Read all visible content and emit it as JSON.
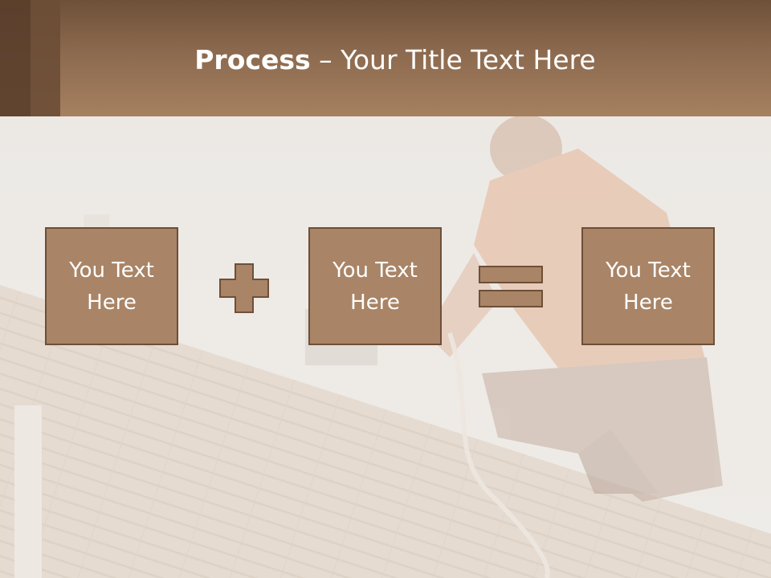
{
  "slide": {
    "title_bold": "Process",
    "title_rest": " – Your Title Text Here"
  },
  "process": {
    "box1": "You Text Here",
    "box2": "You Text Here",
    "box3": "You Text Here",
    "operator1": "plus-icon",
    "operator2": "equals-icon"
  },
  "colors": {
    "header": "#8c6a4f",
    "box_fill": "#a98466",
    "box_border": "#6e4f38"
  }
}
